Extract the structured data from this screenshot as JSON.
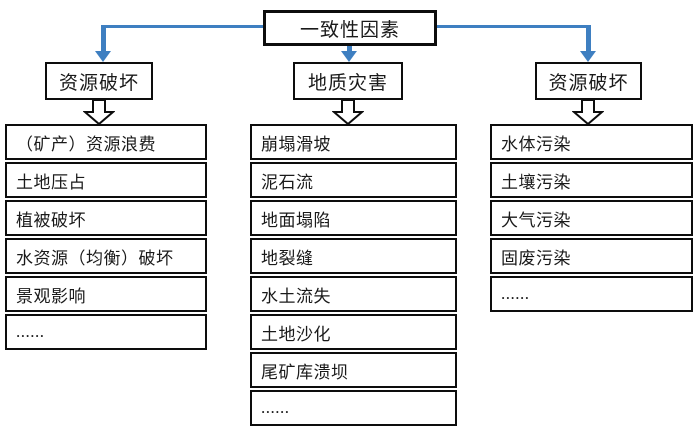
{
  "diagram": {
    "title": "consistency-factors-tree",
    "root_label": "一致性因素",
    "colors": {
      "connector_blue": "#3E7FC1",
      "border_black": "#0d0d0d",
      "background": "#FFFFFF"
    },
    "branches": [
      {
        "header": "资源破坏",
        "items": [
          "（矿产）资源浪费",
          "土地压占",
          "植被破坏",
          "水资源（均衡）破坏",
          "景观影响",
          "......"
        ]
      },
      {
        "header": "地质灾害",
        "items": [
          "崩塌滑坡",
          "泥石流",
          "地面塌陷",
          "地裂缝",
          "水土流失",
          "土地沙化",
          "尾矿库溃坝",
          "......"
        ]
      },
      {
        "header": "资源破坏",
        "items": [
          "水体污染",
          "土壤污染",
          "大气污染",
          "固废污染",
          "......"
        ]
      }
    ]
  }
}
